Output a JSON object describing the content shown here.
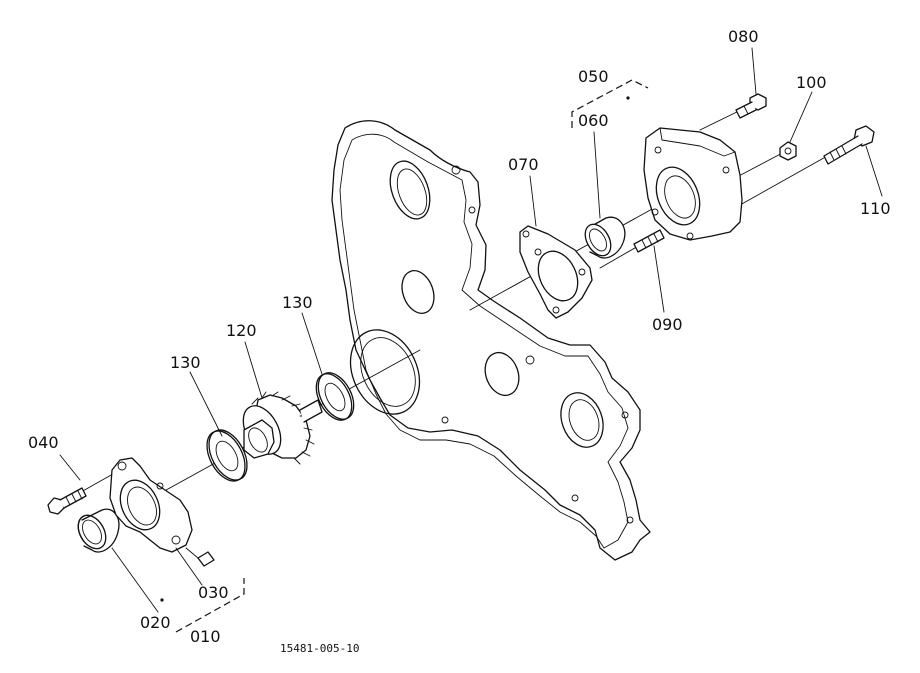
{
  "diagram": {
    "figure_number": "15481-005-10",
    "callouts": [
      {
        "id": "010",
        "text": "010"
      },
      {
        "id": "020",
        "text": "020"
      },
      {
        "id": "030",
        "text": "030"
      },
      {
        "id": "040",
        "text": "040"
      },
      {
        "id": "050",
        "text": "050"
      },
      {
        "id": "060",
        "text": "060"
      },
      {
        "id": "070",
        "text": "070"
      },
      {
        "id": "080",
        "text": "080"
      },
      {
        "id": "090",
        "text": "090"
      },
      {
        "id": "100",
        "text": "100"
      },
      {
        "id": "110",
        "text": "110"
      },
      {
        "id": "120",
        "text": "120"
      },
      {
        "id": "130a",
        "text": "130"
      },
      {
        "id": "130b",
        "text": "130"
      }
    ]
  }
}
